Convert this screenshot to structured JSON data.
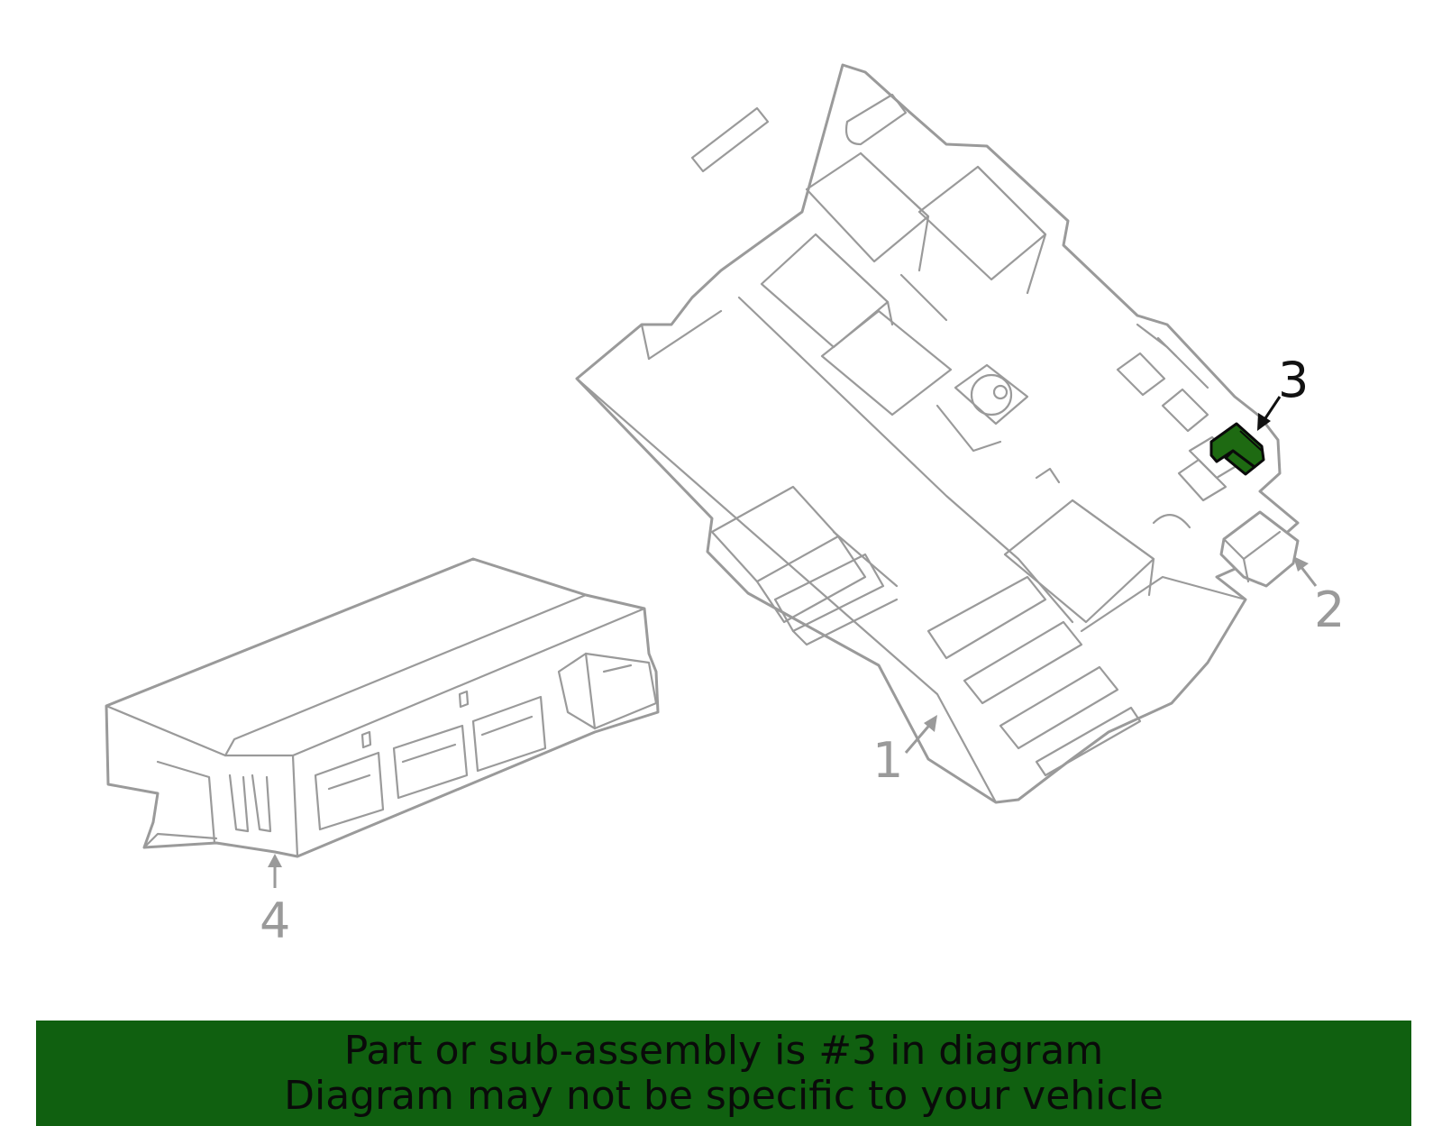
{
  "diagram": {
    "callouts": [
      {
        "id": "1",
        "label": "1"
      },
      {
        "id": "2",
        "label": "2"
      },
      {
        "id": "3",
        "label": "3"
      },
      {
        "id": "4",
        "label": "4"
      }
    ],
    "highlighted_callout": "3"
  },
  "banner": {
    "line1": "Part or sub-assembly is #3 in diagram",
    "line2": "Diagram may not be specific to your vehicle",
    "background_color": "#106010",
    "text_color": "#0a0a0a"
  },
  "colors": {
    "outline": "#9a9a9a",
    "highlight_fill": "#1e6a12",
    "active_label": "#111111"
  }
}
